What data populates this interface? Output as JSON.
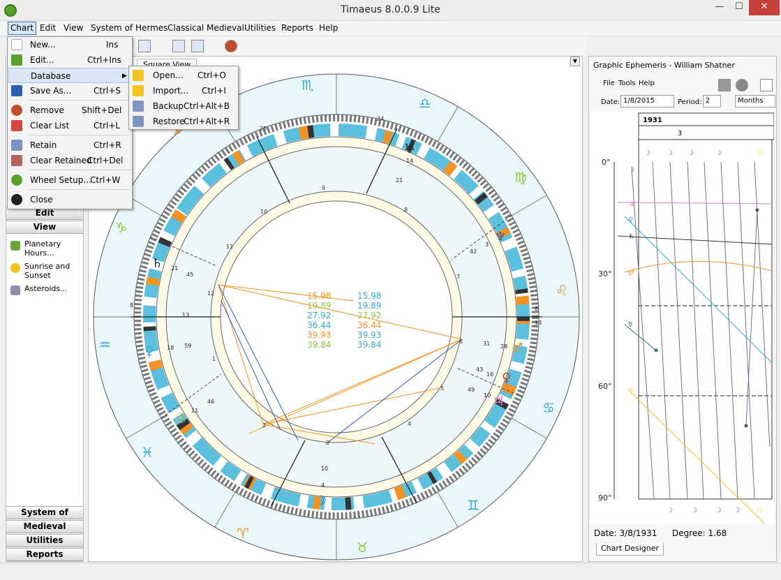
{
  "window": {
    "title": "Timaeus 8.0.0.9 Lite",
    "minimize": "—",
    "maximize": "☐",
    "close": "✕"
  },
  "menubar": [
    "Chart",
    "Edit",
    "View",
    "System of Hermes",
    "Classical Medieval",
    "Utilities",
    "Reports",
    "Help"
  ],
  "chart_menu": {
    "items": [
      {
        "label": "New...",
        "shortcut": "Ins"
      },
      {
        "label": "Edit...",
        "shortcut": "Ctrl+Ins"
      },
      {
        "label": "Database",
        "shortcut": ""
      },
      {
        "label": "Save As...",
        "shortcut": "Ctrl+S"
      },
      {
        "label": "Remove",
        "shortcut": "Shift+Del"
      },
      {
        "label": "Clear List",
        "shortcut": "Ctrl+L"
      },
      {
        "label": "Retain",
        "shortcut": "Ctrl+R"
      },
      {
        "label": "Clear Retained",
        "shortcut": "Ctrl+Del"
      },
      {
        "label": "Wheel Setup...",
        "shortcut": "Ctrl+W"
      },
      {
        "label": "Close",
        "shortcut": ""
      }
    ]
  },
  "database_menu": {
    "items": [
      {
        "label": "Open...",
        "shortcut": "Ctrl+O"
      },
      {
        "label": "Import...",
        "shortcut": "Ctrl+I"
      },
      {
        "label": "Backup",
        "shortcut": "Ctrl+Alt+B"
      },
      {
        "label": "Restore",
        "shortcut": "Ctrl+Alt+R"
      }
    ]
  },
  "left_panel": {
    "headers_top": [
      "Edit",
      "View"
    ],
    "items": [
      "Planetary Hours...",
      "Sunrise and Sunset",
      "Asteroids..."
    ],
    "headers_bottom": [
      "System of Hermes",
      "Medieval",
      "Utilities",
      "Reports"
    ]
  },
  "chart_tab": "Square View",
  "aspects": {
    "left": [
      "15.98",
      "19.89",
      "27.92",
      "36.44",
      "39.93",
      "39.84"
    ],
    "right": [
      "15.98",
      "19.89",
      "27.92",
      "36.44",
      "39.93",
      "39.84"
    ]
  },
  "house_numbers": [
    "1",
    "2",
    "3",
    "4",
    "5",
    "6",
    "7",
    "8",
    "9",
    "10",
    "11",
    "12"
  ],
  "cusp_labels": {
    "top": "24",
    "top_small": "25",
    "asc": "8",
    "asc_r": "13",
    "desc": "8",
    "desc_r": "13"
  },
  "planet_labels": [
    {
      "glyph": "♅",
      "deg": "14",
      "min": "21"
    },
    {
      "glyph": "♆",
      "deg": "3",
      "min": "42"
    },
    {
      "glyph": "♄",
      "deg": "21",
      "min": "45"
    },
    {
      "glyph": "♂",
      "deg": "31",
      "min": "28"
    },
    {
      "glyph": "♀",
      "deg": "43",
      "min": "16"
    },
    {
      "glyph": "♃",
      "deg": "49",
      "min": "10"
    },
    {
      "glyph": "☉",
      "deg": "11",
      "min": "46"
    },
    {
      "glyph": "♀",
      "deg": "18",
      "min": "59"
    },
    {
      "glyph": "☽",
      "deg": "10",
      "min": "4"
    }
  ],
  "right_panel": {
    "title": "Graphic Ephemeris - William Shatner",
    "menu": [
      "File",
      "Tools",
      "Help"
    ],
    "date_label": "Date:",
    "date_value": "1/8/2015",
    "period_label": "Period:",
    "period_value": "2",
    "period_unit": "Months",
    "year": "1931",
    "month": "3",
    "y_ticks": [
      "0°",
      "30°",
      "60°",
      "90°"
    ],
    "status_date": "Date: 3/8/1931",
    "status_degree": "Degree: 1.68",
    "tab": "Chart Designer"
  }
}
